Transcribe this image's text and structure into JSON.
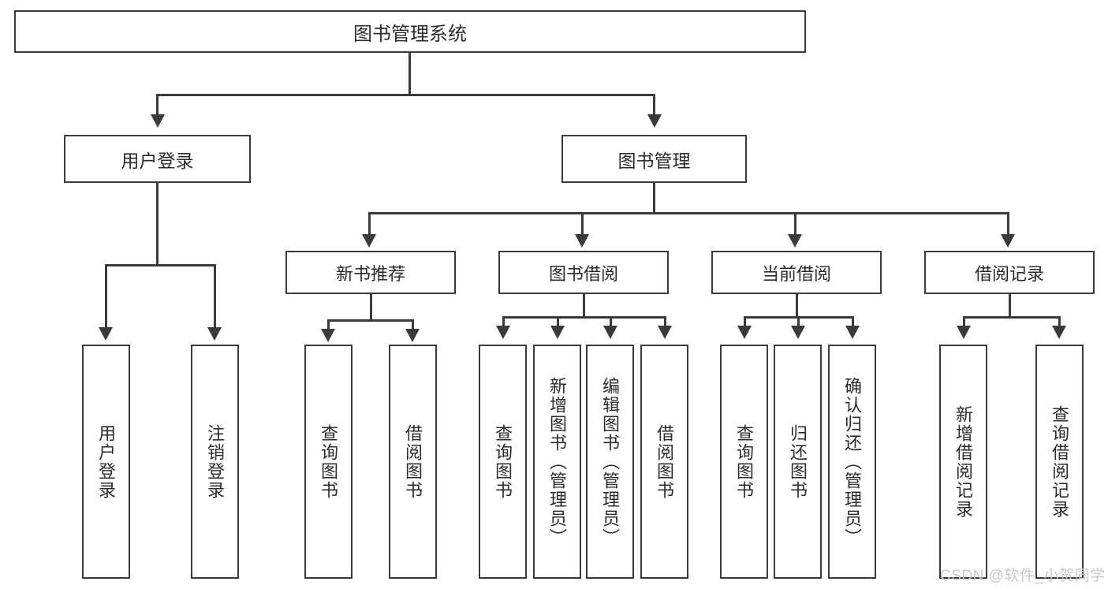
{
  "diagram": {
    "title": "图书管理系统",
    "root": {
      "label": "图书管理系统"
    },
    "level2": [
      {
        "label": "用户登录"
      },
      {
        "label": "图书管理"
      }
    ],
    "level3": [
      {
        "label": "新书推荐"
      },
      {
        "label": "图书借阅"
      },
      {
        "label": "当前借阅"
      },
      {
        "label": "借阅记录"
      }
    ],
    "leaves": {
      "user_login": [
        {
          "label": "用户登录"
        },
        {
          "label": "注销登录"
        }
      ],
      "new_book_recommend": [
        {
          "label": "查询图书"
        },
        {
          "label": "借阅图书"
        }
      ],
      "book_borrow": [
        {
          "label": "查询图书"
        },
        {
          "label": "新增图书（管理员）"
        },
        {
          "label": "编辑图书（管理员）"
        },
        {
          "label": "借阅图书"
        }
      ],
      "current_borrow": [
        {
          "label": "查询图书"
        },
        {
          "label": "归还图书"
        },
        {
          "label": "确认归还（管理员）"
        }
      ],
      "borrow_record": [
        {
          "label": "新增借阅记录"
        },
        {
          "label": "查询借阅记录"
        }
      ]
    }
  },
  "watermark": {
    "text": "CSDN @软件_小贺同学"
  },
  "colors": {
    "line": "#3a3a3a",
    "box_border": "#3a3a3a",
    "text": "#2b2b2b",
    "background": "#ffffff",
    "watermark": "#c8c8c8"
  }
}
